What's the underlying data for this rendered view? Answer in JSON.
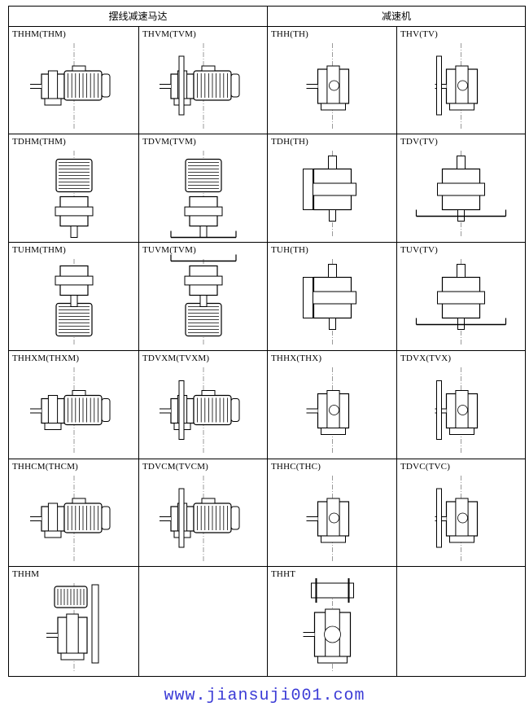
{
  "header": {
    "left_title": "摆线减速马达",
    "right_title": "减速机"
  },
  "cells": [
    {
      "label": "THHM(THM)",
      "icon": "horizontal-geared-motor-icon"
    },
    {
      "label": "THVM(TVM)",
      "icon": "flange-geared-motor-icon"
    },
    {
      "label": "THH(TH)",
      "icon": "horizontal-reducer-icon"
    },
    {
      "label": "THV(TV)",
      "icon": "flange-reducer-icon"
    },
    {
      "label": "TDHM(THM)",
      "icon": "vertical-motor-foot-icon"
    },
    {
      "label": "TDVM(TVM)",
      "icon": "vertical-motor-flange-icon"
    },
    {
      "label": "TDH(TH)",
      "icon": "vertical-reducer-foot-icon"
    },
    {
      "label": "TDV(TV)",
      "icon": "vertical-reducer-flange-icon"
    },
    {
      "label": "TUHM(THM)",
      "icon": "inverted-motor-foot-icon"
    },
    {
      "label": "TUVM(TVM)",
      "icon": "inverted-motor-flange-icon"
    },
    {
      "label": "TUH(TH)",
      "icon": "inverted-reducer-foot-icon"
    },
    {
      "label": "TUV(TV)",
      "icon": "inverted-reducer-flange-icon"
    },
    {
      "label": "THHXM(THXM)",
      "icon": "double-stage-motor-foot-icon"
    },
    {
      "label": "TDVXM(TVXM)",
      "icon": "double-stage-motor-flange-icon"
    },
    {
      "label": "THHX(THX)",
      "icon": "double-stage-reducer-foot-icon"
    },
    {
      "label": "TDVX(TVX)",
      "icon": "double-stage-reducer-flange-icon"
    },
    {
      "label": "THHCM(THCM)",
      "icon": "combined-motor-foot-icon"
    },
    {
      "label": "TDVCM(TVCM)",
      "icon": "combined-motor-flange-icon"
    },
    {
      "label": "THHC(THC)",
      "icon": "combined-reducer-foot-icon"
    },
    {
      "label": "TDVC(TVC)",
      "icon": "combined-reducer-flange-icon"
    },
    {
      "label": "THHM",
      "icon": "belt-drive-motor-icon"
    },
    {
      "label": "",
      "icon": ""
    },
    {
      "label": "THHT",
      "icon": "frame-mounted-reducer-icon"
    },
    {
      "label": "",
      "icon": ""
    }
  ],
  "footer": {
    "website": "www.jiansuji001.com"
  }
}
